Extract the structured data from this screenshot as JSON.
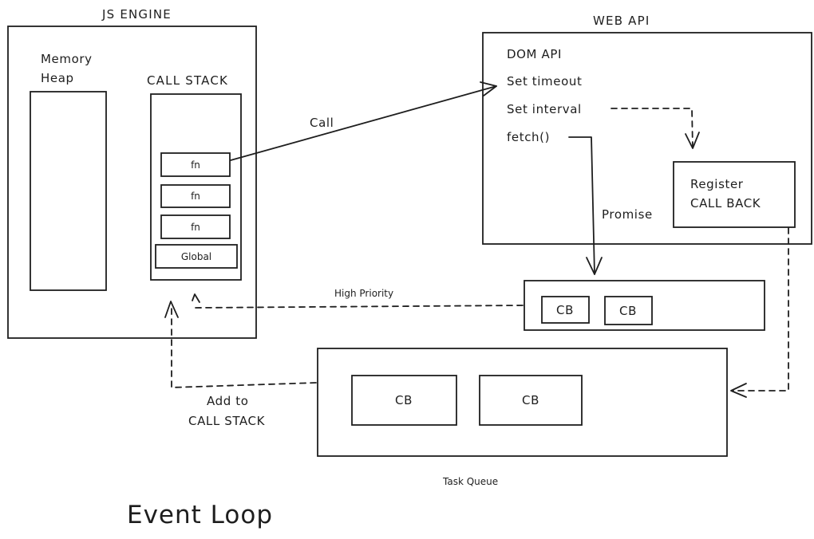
{
  "js_engine": {
    "title": "JS ENGINE",
    "memory_heap": {
      "line1": "Memory",
      "line2": "Heap"
    },
    "call_stack": {
      "title": "CALL STACK",
      "frames": [
        "fn",
        "fn",
        "fn",
        "Global"
      ]
    }
  },
  "web_api": {
    "title": "WEB API",
    "items": [
      "DOM API",
      "Set timeout",
      "Set interval",
      "fetch()"
    ],
    "register": {
      "line1": "Register",
      "line2": "CALL BACK"
    }
  },
  "microtask_queue": {
    "items": [
      "CB",
      "CB"
    ]
  },
  "task_queue": {
    "label": "Task Queue",
    "items": [
      "CB",
      "CB"
    ]
  },
  "arrows": {
    "call": "Call",
    "promise": "Promise",
    "high_priority": "High Priority",
    "add_to_stack": {
      "line1": "Add to",
      "line2": "CALL STACK"
    }
  },
  "caption": "Event Loop"
}
